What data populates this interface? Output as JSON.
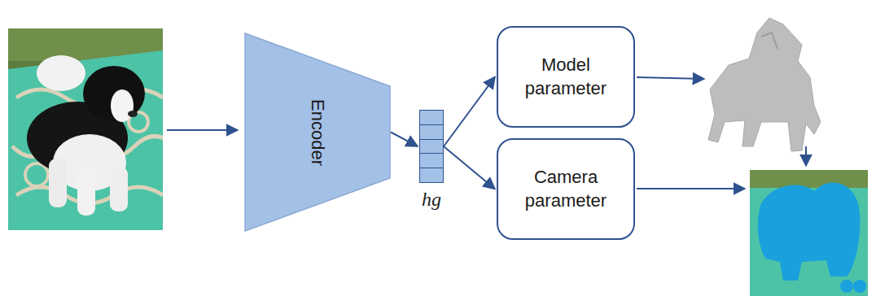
{
  "diagram": {
    "nodes": [
      {
        "text": [
          "Encoder"
        ]
      },
      {
        "text": [
          "hg"
        ]
      },
      {
        "text": [
          "Model parameter"
        ]
      },
      {
        "text": [
          "Camera parameter"
        ]
      }
    ],
    "edges": [
      {
        "from": 0,
        "to": 1,
        "arrow": "to"
      },
      {
        "from": 1,
        "to": 2,
        "arrow": "to"
      },
      {
        "from": 1,
        "to": 3,
        "arrow": "to"
      }
    ]
  }
}
